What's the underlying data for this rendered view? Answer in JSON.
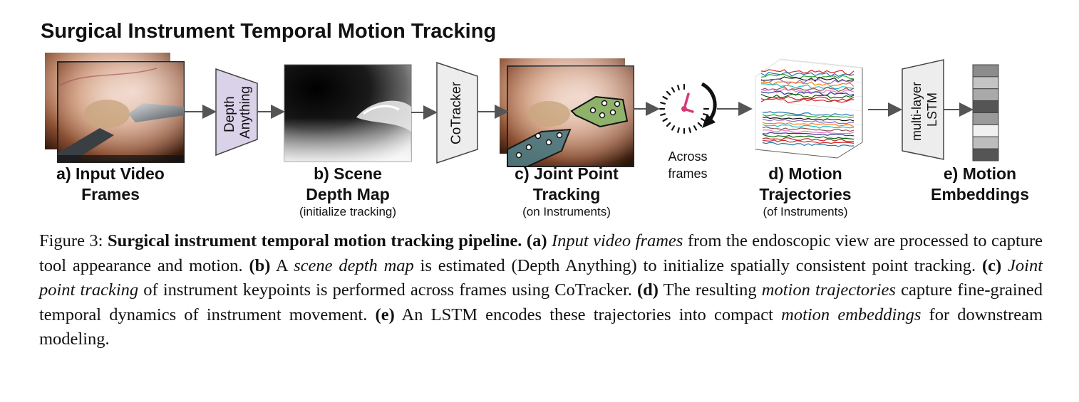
{
  "figure": {
    "title": "Surgical Instrument Temporal Motion Tracking",
    "modules": {
      "depth_anything": "Depth\nAnything",
      "cotracker": "CoTracker",
      "lstm": "multi-layer\nLSTM"
    },
    "across_frames": "Across\nframes",
    "stages": {
      "a": {
        "title_line1": "a) Input Video",
        "title_line2": "Frames"
      },
      "b": {
        "title_line1": "b) Scene",
        "title_line2": "Depth Map",
        "sub": "(initialize tracking)"
      },
      "c": {
        "title_line1": "c) Joint Point",
        "title_line2": "Tracking",
        "sub": "(on Instruments)"
      },
      "d": {
        "title_line1": "d) Motion",
        "title_line2": "Trajectories",
        "sub": "(of Instruments)"
      },
      "e": {
        "title_line1": "e) Motion",
        "title_line2": "Embeddings"
      }
    },
    "colors": {
      "module_fill": "#d9d2e9",
      "module_fill_plain": "#ededed",
      "keypoint_region": "#8fb26a",
      "keypoint_region_dark": "#4f7a80",
      "clock_hand": "#d23c78"
    },
    "embedding_shades": [
      "#8c8c8c",
      "#c4c4c4",
      "#a9a9a9",
      "#555555",
      "#9a9a9a",
      "#f0f0f0",
      "#bdbdbd",
      "#555555"
    ]
  },
  "caption": {
    "figure_label": "Figure 3:",
    "bold_title": "Surgical instrument temporal motion tracking pipeline.",
    "a_tag": "(a)",
    "a_term": "Input video frames",
    "a_text": "from the endoscopic view are processed to capture tool appearance and motion.",
    "b_tag": "(b)",
    "b_pre": "A",
    "b_term": "scene depth map",
    "b_text": "is estimated (Depth Anything) to initialize spatially consistent point tracking.",
    "c_tag": "(c)",
    "c_term": "Joint point tracking",
    "c_text": "of instrument keypoints is performed across frames using CoTracker.",
    "d_tag": "(d)",
    "d_pre": "The resulting",
    "d_term": "motion trajectories",
    "d_text": "capture fine-grained temporal dynamics of instrument movement.",
    "e_tag": "(e)",
    "e_text": "An LSTM encodes these trajectories into compact",
    "e_term": "motion embeddings",
    "e_tail": "for downstream modeling."
  }
}
